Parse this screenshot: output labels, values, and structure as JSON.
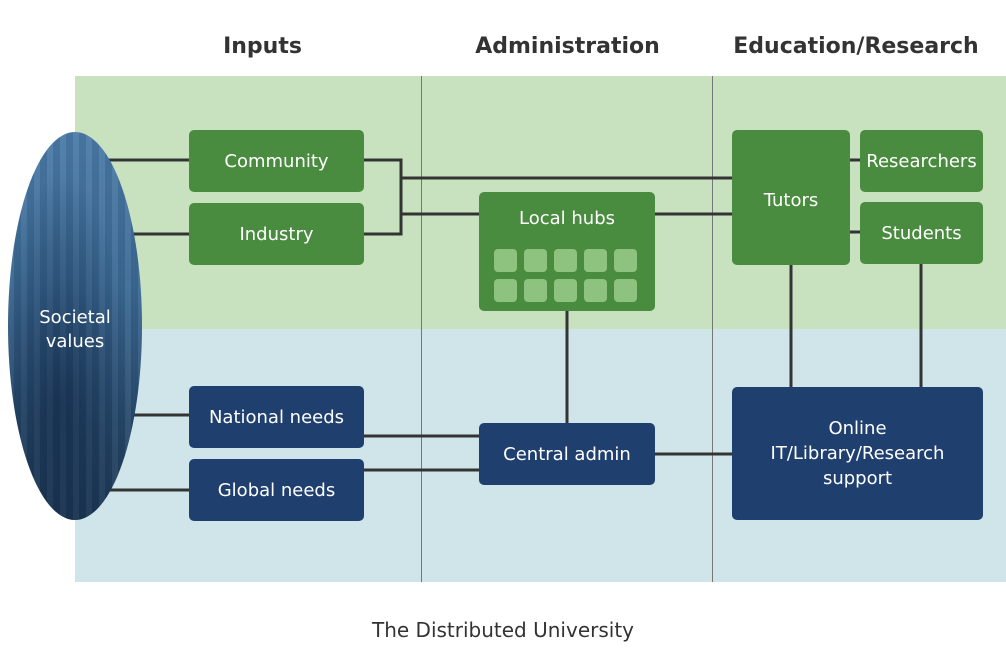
{
  "columns": {
    "inputs": "Inputs",
    "administration": "Administration",
    "education_research": "Education/Research"
  },
  "societal_values": "Societal\nvalues",
  "inputs": {
    "community": "Community",
    "industry": "Industry",
    "national_needs": "National needs",
    "global_needs": "Global needs"
  },
  "admin": {
    "local_hubs": "Local hubs",
    "central_admin": "Central admin"
  },
  "education": {
    "tutors": "Tutors",
    "researchers": "Researchers",
    "students": "Students",
    "online_support": "Online\nIT/Library/Research\nsupport"
  },
  "caption": "The Distributed University",
  "colors": {
    "green_band": "#c8e2c0",
    "blue_band": "#cfe5ea",
    "green_box": "#4a8c3f",
    "navy_box": "#1f3f6e",
    "connector": "#333333"
  }
}
